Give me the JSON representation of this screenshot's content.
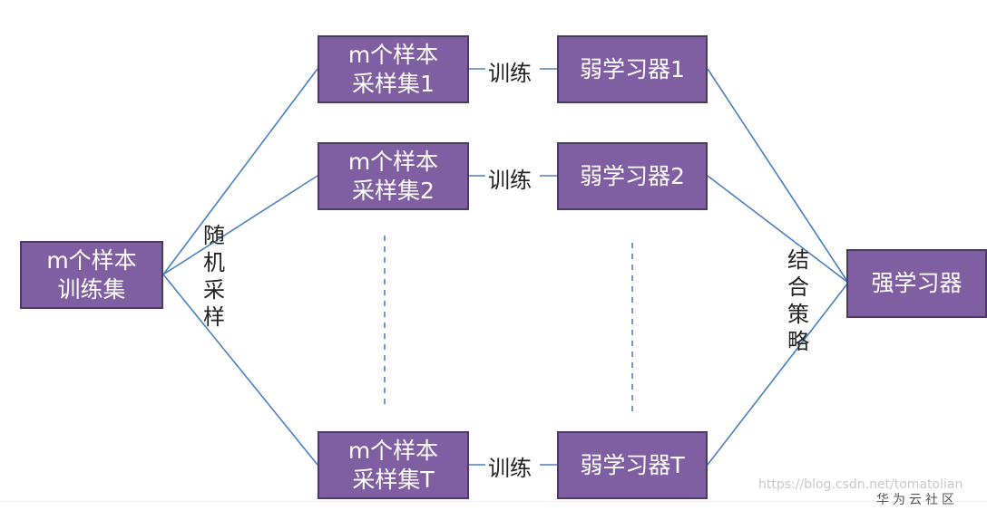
{
  "nodes": {
    "training_set": {
      "line1": "m个样本",
      "line2": "训练集"
    },
    "sample_set_1": {
      "line1": "m个样本",
      "line2": "采样集1"
    },
    "sample_set_2": {
      "line1": "m个样本",
      "line2": "采样集2"
    },
    "sample_set_t": {
      "line1": "m个样本",
      "line2": "采样集T"
    },
    "weak_learner_1": {
      "label": "弱学习器1"
    },
    "weak_learner_2": {
      "label": "弱学习器2"
    },
    "weak_learner_t": {
      "label": "弱学习器T"
    },
    "strong_learner": {
      "label": "强学习器"
    }
  },
  "edge_labels": {
    "train": "训练",
    "random_sampling": [
      "随",
      "机",
      "采",
      "样"
    ],
    "combination_strategy": [
      "结",
      "合",
      "策",
      "略"
    ]
  },
  "watermark": {
    "url": "https://blog.csdn.net/tomatolian",
    "footer": "华为云社区"
  },
  "colors": {
    "box_fill": "#7f5fa1",
    "box_border": "#4d3a63",
    "connector": "#4a7ec2"
  }
}
